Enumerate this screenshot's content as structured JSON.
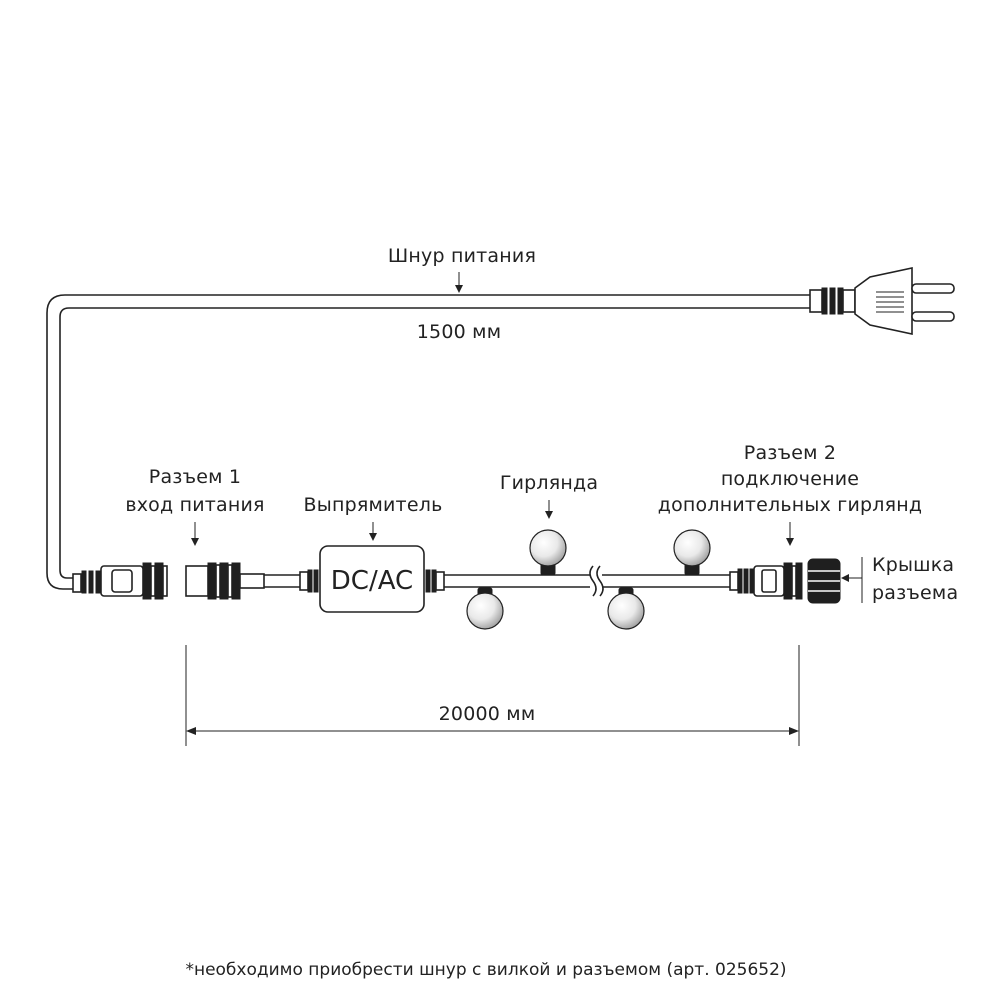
{
  "labels": {
    "power_cord": "Шнур питания",
    "cord_length": "1500 мм",
    "connector1_line1": "Разъем 1",
    "connector1_line2": "вход питания",
    "rectifier": "Выпрямитель",
    "rectifier_box": "DC/AC",
    "garland": "Гирлянда",
    "connector2_line1": "Разъем 2",
    "connector2_line2": "подключение",
    "connector2_line3": "дополнительных гирлянд",
    "cap_line1": "Крышка",
    "cap_line2": "разъема",
    "garland_length": "20000 мм"
  },
  "footnote": "*необходимо приобрести шнур с вилкой и разъемом (арт. 025652)"
}
